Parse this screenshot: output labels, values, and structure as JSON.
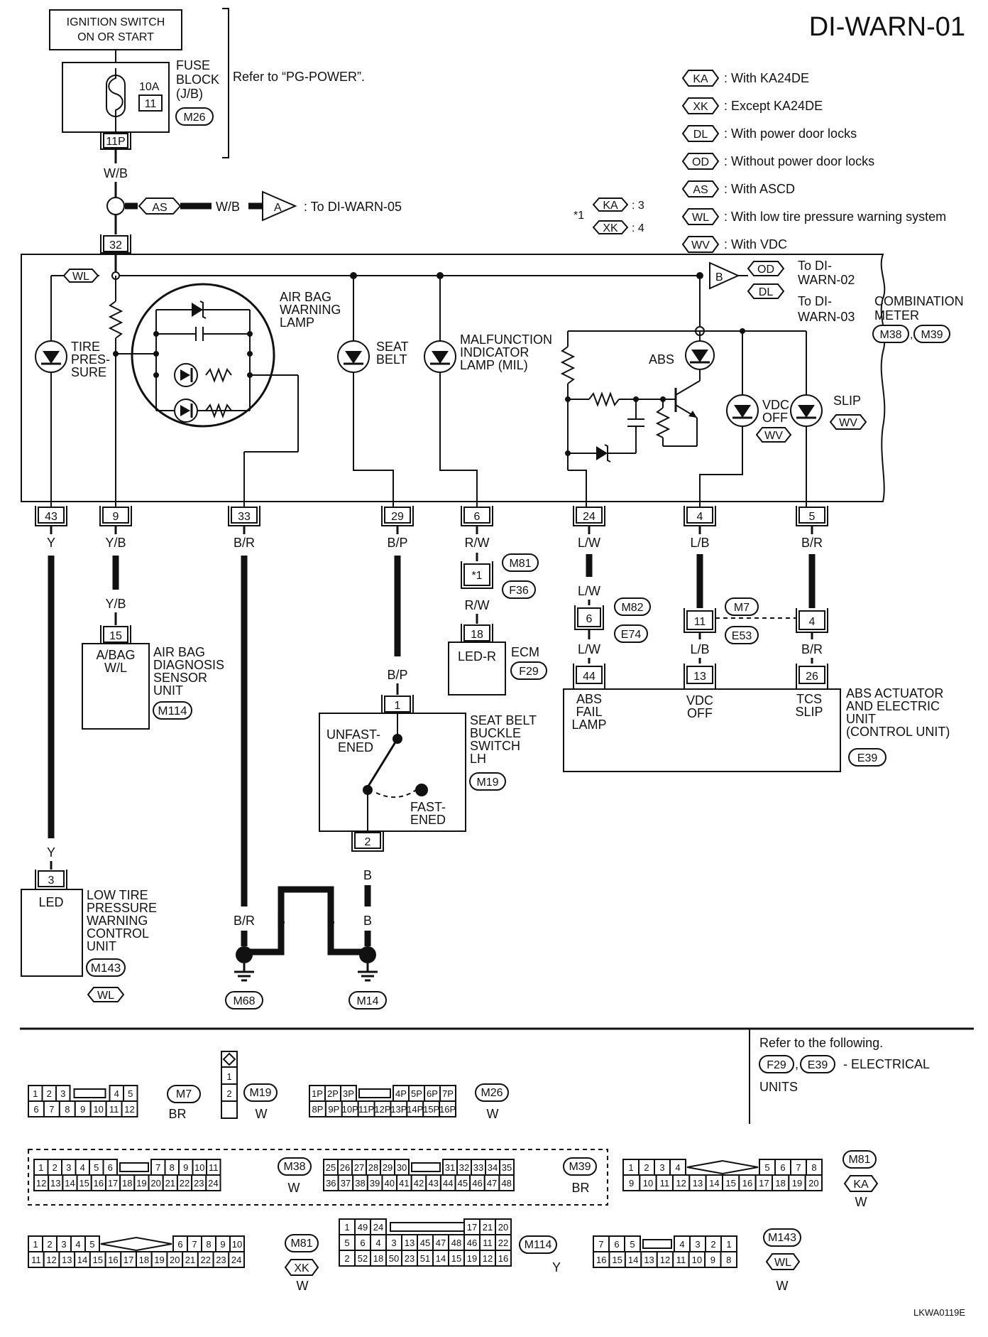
{
  "title": "DI-WARN-01",
  "code": "LKWA0119E",
  "power": {
    "ignition": [
      "IGNITION SWITCH",
      "ON OR START"
    ],
    "fuse_label": [
      "FUSE",
      "BLOCK",
      "(J/B)"
    ],
    "fuse_amp": "10A",
    "fuse_num": "11",
    "fuse_conn": "M26",
    "fuse_pin": "11P",
    "refer": "Refer to “PG-POWER”.",
    "wire": "W/B"
  },
  "legend": [
    {
      "code": "KA",
      "desc": ": With KA24DE"
    },
    {
      "code": "XK",
      "desc": ": Except KA24DE"
    },
    {
      "code": "DL",
      "desc": ": With power door locks"
    },
    {
      "code": "OD",
      "desc": ": Without power door locks"
    },
    {
      "code": "AS",
      "desc": ": With ASCD"
    },
    {
      "code": "WL",
      "desc": ": With low tire pressure warning system"
    },
    {
      "code": "WV",
      "desc": ": With VDC"
    }
  ],
  "footnote": {
    "mark": "*1",
    "ka": "KA",
    "ka_val": ": 3",
    "xk": "XK",
    "xk_val": ": 4"
  },
  "link_a": {
    "tag": "AS",
    "wire": "W/B",
    "arrow": "A",
    "text": ": To DI-WARN-05"
  },
  "meter": {
    "top_pin": "32",
    "name": [
      "COMBINATION",
      "METER"
    ],
    "conn1": "M38",
    "sep": ",",
    "conn2": "M39",
    "wl_tag": "WL",
    "to_b": "B",
    "od": "OD",
    "od_text": [
      "To DI-",
      "WARN-02"
    ],
    "dl": "DL",
    "dl_text": [
      "To DI-",
      "WARN-03"
    ],
    "tire_label": [
      "TIRE",
      "PRES-",
      "SURE"
    ],
    "airbag_label": [
      "AIR BAG",
      "WARNING",
      "LAMP"
    ],
    "seat_label": [
      "SEAT",
      "BELT"
    ],
    "mil_label": [
      "MALFUNCTION",
      "INDICATOR",
      "LAMP (MIL)"
    ],
    "abs_label": "ABS",
    "vdc_label": [
      "VDC",
      "OFF"
    ],
    "vdc_tag": "WV",
    "slip_label": "SLIP",
    "slip_tag": "WV"
  },
  "bottom_pins": [
    "43",
    "9",
    "33",
    "29",
    "6",
    "24",
    "4",
    "5"
  ],
  "wires": {
    "c43": "Y",
    "c9": "Y/B",
    "c9b": "Y/B",
    "c33": "B/R",
    "c29": "B/P",
    "c29b": "B/P",
    "c6": "R/W",
    "c6b": "R/W",
    "c24": "L/W",
    "c24b": "L/W",
    "c24c": "L/W",
    "c4": "L/B",
    "c4b": "L/B",
    "c5": "B/R",
    "c5b": "B/R",
    "led_top": "Y",
    "g33": "B/R",
    "g_b1": "B",
    "g_b2": "B",
    "g_b3": "B",
    "sw_b": "B"
  },
  "inline": {
    "star": "*1",
    "m81": "M81",
    "f36": "F36",
    "p6": "6",
    "m82": "M82",
    "e74": "E74",
    "p11": "11",
    "p4": "4",
    "m7": "M7",
    "e53": "E53"
  },
  "airbag_unit": {
    "pin": "15",
    "inner": [
      "A/BAG",
      "W/L"
    ],
    "label": [
      "AIR BAG",
      "DIAGNOSIS",
      "SENSOR",
      "UNIT"
    ],
    "conn": "M114"
  },
  "ecm": {
    "pin": "18",
    "inner": "LED-R",
    "label": "ECM",
    "conn": "F29"
  },
  "seatbelt_switch": {
    "pin_top": "1",
    "pin_bottom": "2",
    "unfast": [
      "UNFAST-",
      "ENED"
    ],
    "fast": [
      "FAST-",
      "ENED"
    ],
    "label": [
      "SEAT BELT",
      "BUCKLE",
      "SWITCH",
      "LH"
    ],
    "conn": "M19"
  },
  "abs_unit": {
    "pins": [
      "44",
      "13",
      "26"
    ],
    "p44": [
      "ABS",
      "FAIL",
      "LAMP"
    ],
    "p13": [
      "VDC",
      "OFF"
    ],
    "p26": [
      "TCS",
      "SLIP"
    ],
    "label": [
      "ABS ACTUATOR",
      "AND ELECTRIC",
      "UNIT",
      "(CONTROL UNIT)"
    ],
    "conn": "E39"
  },
  "ltp_unit": {
    "pin": "3",
    "inner": "LED",
    "label": [
      "LOW TIRE",
      "PRESSURE",
      "WARNING",
      "CONTROL",
      "UNIT"
    ],
    "conn": "M143",
    "tag": "WL"
  },
  "grounds": {
    "g1": "M68",
    "g2": "M14"
  },
  "refer": {
    "line1": "Refer to the following.",
    "c1": "F29",
    "sep": ",",
    "c2": "E39",
    "text": "- ELECTRICAL",
    "line3": "UNITS"
  },
  "connectors": {
    "m7": {
      "top": [
        "1",
        "2",
        "3",
        "4",
        "5"
      ],
      "bot": [
        "6",
        "7",
        "8",
        "9",
        "10",
        "11",
        "12"
      ],
      "name": "M7",
      "color": "BR"
    },
    "m19": {
      "pins": [
        "1",
        "2"
      ],
      "name": "M19",
      "color": "W"
    },
    "m26": {
      "top": [
        "1P",
        "2P",
        "3P",
        "4P",
        "5P",
        "6P",
        "7P"
      ],
      "bot": [
        "8P",
        "9P",
        "10P",
        "11P",
        "12P",
        "13P",
        "14P",
        "15P",
        "16P"
      ],
      "name": "M26",
      "color": "W"
    },
    "m38": {
      "top": [
        "1",
        "2",
        "3",
        "4",
        "5",
        "6",
        "7",
        "8",
        "9",
        "10",
        "11"
      ],
      "bot": [
        "12",
        "13",
        "14",
        "15",
        "16",
        "17",
        "18",
        "19",
        "20",
        "21",
        "22",
        "23",
        "24"
      ],
      "name": "M38",
      "color": "W"
    },
    "m39": {
      "top": [
        "25",
        "26",
        "27",
        "28",
        "29",
        "30",
        "31",
        "32",
        "33",
        "34",
        "35"
      ],
      "bot": [
        "36",
        "37",
        "38",
        "39",
        "40",
        "41",
        "42",
        "43",
        "44",
        "45",
        "46",
        "47",
        "48"
      ],
      "name": "M39",
      "color": "BR"
    },
    "m81a": {
      "top": [
        "1",
        "2",
        "3",
        "4",
        "5",
        "6",
        "7",
        "8"
      ],
      "bot": [
        "9",
        "10",
        "11",
        "12",
        "13",
        "14",
        "15",
        "16",
        "17",
        "18",
        "19",
        "20"
      ],
      "name": "M81",
      "tag": "KA",
      "color": "W"
    },
    "m81b": {
      "top": [
        "1",
        "2",
        "3",
        "4",
        "5",
        "6",
        "7",
        "8",
        "9",
        "10"
      ],
      "bot": [
        "11",
        "12",
        "13",
        "14",
        "15",
        "16",
        "17",
        "18",
        "19",
        "20",
        "21",
        "22",
        "23",
        "24"
      ],
      "name": "M81",
      "tag": "XK",
      "color": "W"
    },
    "m114": {
      "r1": [
        "1",
        "49",
        "24",
        "17",
        "21",
        "20"
      ],
      "r2": [
        "5",
        "6",
        "4",
        "3",
        "13",
        "45",
        "47",
        "48",
        "46",
        "11",
        "22"
      ],
      "r3": [
        "2",
        "52",
        "18",
        "50",
        "23",
        "51",
        "14",
        "15",
        "19",
        "12",
        "16"
      ],
      "name": "M114",
      "color": "Y"
    },
    "m143": {
      "top": [
        "7",
        "6",
        "5",
        "4",
        "3",
        "2",
        "1"
      ],
      "bot": [
        "16",
        "15",
        "14",
        "13",
        "12",
        "11",
        "10",
        "9",
        "8"
      ],
      "name": "M143",
      "tag": "WL",
      "color": "W"
    }
  }
}
